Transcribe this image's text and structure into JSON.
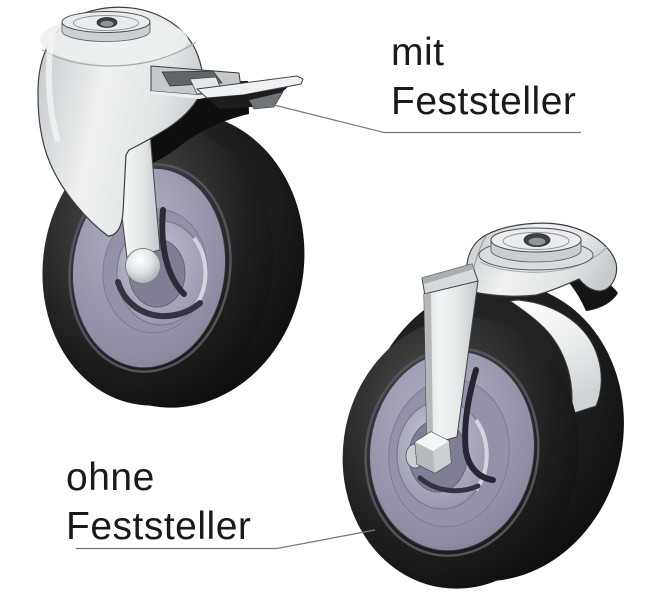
{
  "labels": {
    "with_brake": {
      "line1": "mit",
      "line2": "Feststeller"
    },
    "without_brake": {
      "line1": "ohne",
      "line2": "Feststeller"
    }
  },
  "colors": {
    "background": "#ffffff",
    "text": "#1a1a1a",
    "leader_line": "#7a7a7a",
    "tire_dark": "#0c0c0c",
    "tire_light": "#4f4f4f",
    "hub_base": "#9c9bb0",
    "hub_light": "#c9c9d6",
    "hub_dark": "#7f7e95",
    "metal_base": "#d8dbdc",
    "metal_highlight": "#f3f5f6",
    "metal_shadow": "#a9adb0",
    "outline": "#3b3e41"
  }
}
